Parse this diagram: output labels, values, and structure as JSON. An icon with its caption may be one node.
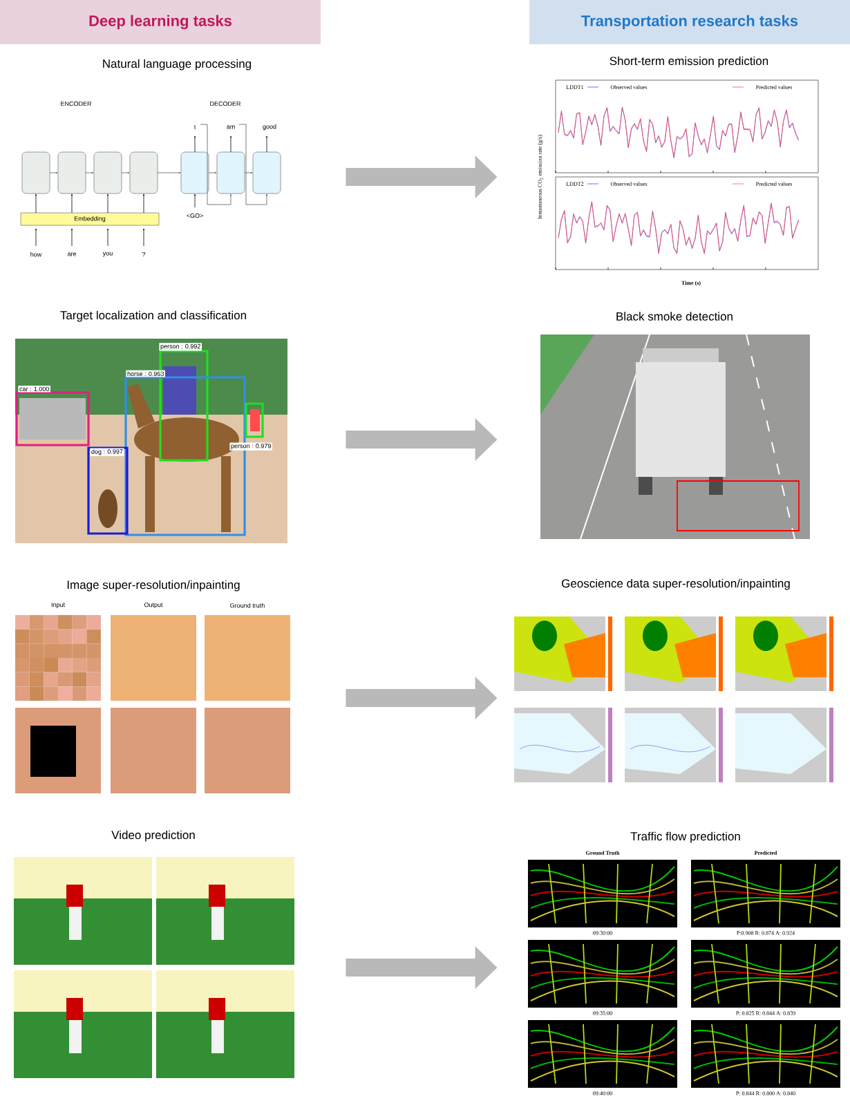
{
  "diagram": {
    "nodes": [
      {
        "text": [
          "Deep learning tasks"
        ]
      },
      {
        "text": [
          "Transportation research tasks"
        ]
      },
      {
        "text": [
          "Natural language processing"
        ]
      },
      {
        "text": [
          "Short-term emission prediction"
        ]
      },
      {
        "text": [
          "Target localization and classification"
        ]
      },
      {
        "text": [
          "Black smoke detection"
        ]
      },
      {
        "text": [
          "Image super-resolution/inpainting"
        ]
      },
      {
        "text": [
          "Geoscience data super-resolution/inpainting"
        ]
      },
      {
        "text": [
          "Video prediction"
        ]
      },
      {
        "text": [
          "Traffic flow prediction"
        ]
      }
    ],
    "edges": [
      {
        "from": 2,
        "to": 3,
        "arrow": "to"
      },
      {
        "from": 4,
        "to": 5,
        "arrow": "to"
      },
      {
        "from": 6,
        "to": 7,
        "arrow": "to"
      },
      {
        "from": 8,
        "to": 9,
        "arrow": "to"
      }
    ],
    "labels": [
      "ENCODER",
      "DECODER",
      "I",
      "am",
      "good",
      "<GO>",
      "Embedding",
      "how",
      "are",
      "you",
      "?",
      "LDDT1",
      "LDDT2",
      "Instantaneous CO$_{2}$ emission rate (g/s)",
      "Time (s)",
      "car : 1.000",
      "person : 0.992",
      "horse : 0.963",
      "dog : 0.997",
      "person : 0.979",
      "Input",
      "Output",
      "Ground truth",
      "Ground Truth",
      "Predicted",
      "09:30:00",
      "P:0.908 R: 0.874 A: 0.924",
      "09:35:00",
      "P: 0.825 R: 0.844 A: 0.839",
      "09:40:00",
      "P: 0.844 R: 0.800 A: 0.840"
    ],
    "legend": [
      {
        "text": "Observed values"
      },
      {
        "text": "Predicted values"
      },
      {
        "text": "Observed values"
      },
      {
        "text": "Predicted values"
      }
    ]
  }
}
